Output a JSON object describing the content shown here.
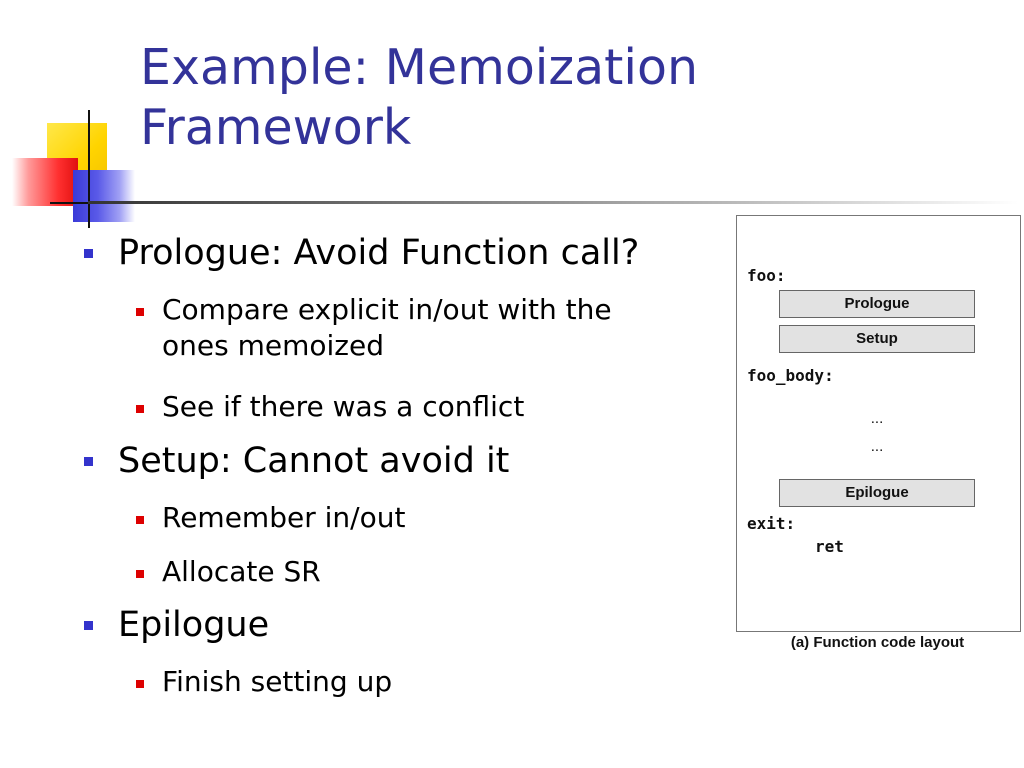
{
  "slide": {
    "title_lines": [
      "Example: Memoization",
      "Framework"
    ],
    "colors": {
      "title": "#333399",
      "level1_bullet": "#3333cc",
      "level2_bullet": "#dd0000"
    },
    "bullets": [
      {
        "text": "Prologue: Avoid Function call?",
        "children": [
          "Compare explicit in/out with the\nones memoized",
          "See if there was a conflict"
        ]
      },
      {
        "text": "Setup: Cannot avoid it",
        "children": [
          "Remember in/out",
          "Allocate SR"
        ]
      },
      {
        "text": "Epilogue",
        "children": [
          "Finish setting up"
        ]
      }
    ]
  },
  "figure": {
    "labels": {
      "foo": "foo:",
      "foo_body": "foo_body:",
      "exit": "exit:",
      "ret": "ret"
    },
    "boxes": {
      "prologue": "Prologue",
      "setup": "Setup",
      "epilogue": "Epilogue"
    },
    "ellipsis": [
      "...",
      "..."
    ],
    "caption": "(a) Function code layout"
  }
}
